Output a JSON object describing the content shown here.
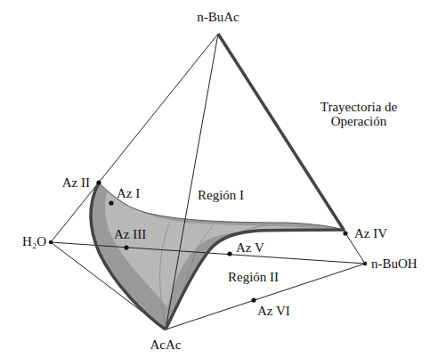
{
  "diagram": {
    "labels": [
      "n-BuAc",
      "Trayectoria de Operación",
      "Az II",
      "Az I",
      "Región I",
      "Az IV",
      "H₂O",
      "Az III",
      "Az V",
      "n-BuOH",
      "Región II",
      "Az VI",
      "AcAc"
    ]
  }
}
